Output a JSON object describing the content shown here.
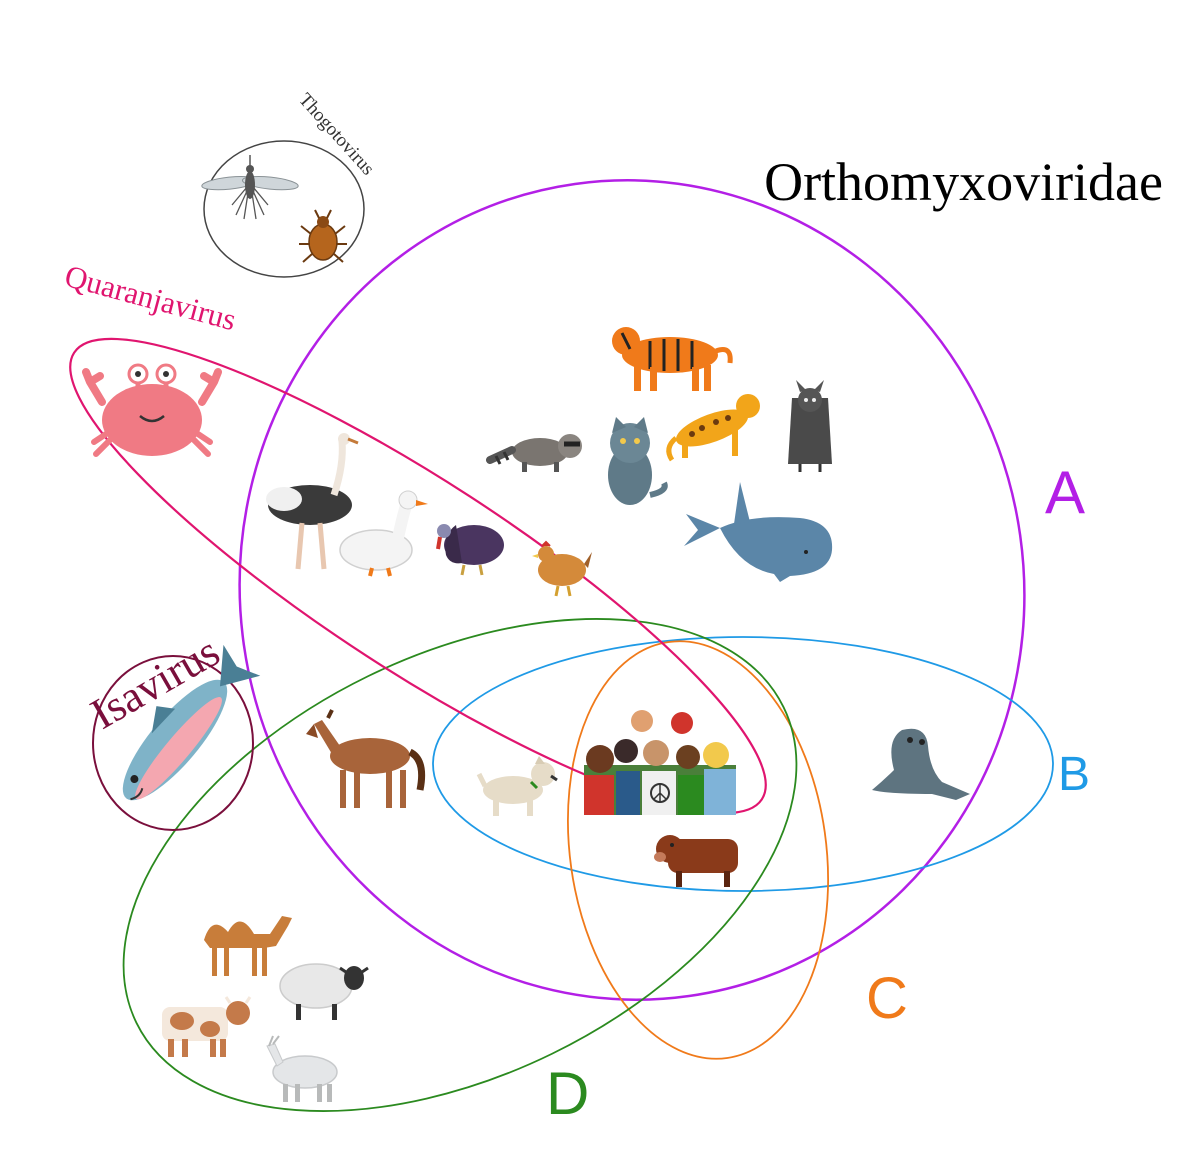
{
  "title": "Orthomyxoviridae",
  "genera": {
    "thogotovirus": "Thogotovirus",
    "quaranjavirus": "Quaranjavirus",
    "isavirus": "Isavirus"
  },
  "sets": {
    "A": {
      "label": "A",
      "color": "#b31fe6"
    },
    "B": {
      "label": "B",
      "color": "#1f9ae6"
    },
    "C": {
      "label": "C",
      "color": "#f07a1a"
    },
    "D": {
      "label": "D",
      "color": "#2b8a1f"
    }
  },
  "colors": {
    "quaranjavirus": "#e0156f",
    "isavirus": "#7a0f3c",
    "thogotovirus": "#444444"
  },
  "hosts": [
    "mosquito-icon",
    "tick-icon",
    "crab-icon",
    "salmon-icon",
    "tiger-icon",
    "raccoon-icon",
    "cat-icon",
    "leopard-icon",
    "bat-icon",
    "whale-icon",
    "ostrich-icon",
    "goose-icon",
    "turkey-icon",
    "chicken-icon",
    "horse-icon",
    "dog-icon",
    "humans-icon",
    "pig-icon",
    "seal-icon",
    "camel-icon",
    "sheep-icon",
    "cow-icon",
    "goat-icon"
  ]
}
